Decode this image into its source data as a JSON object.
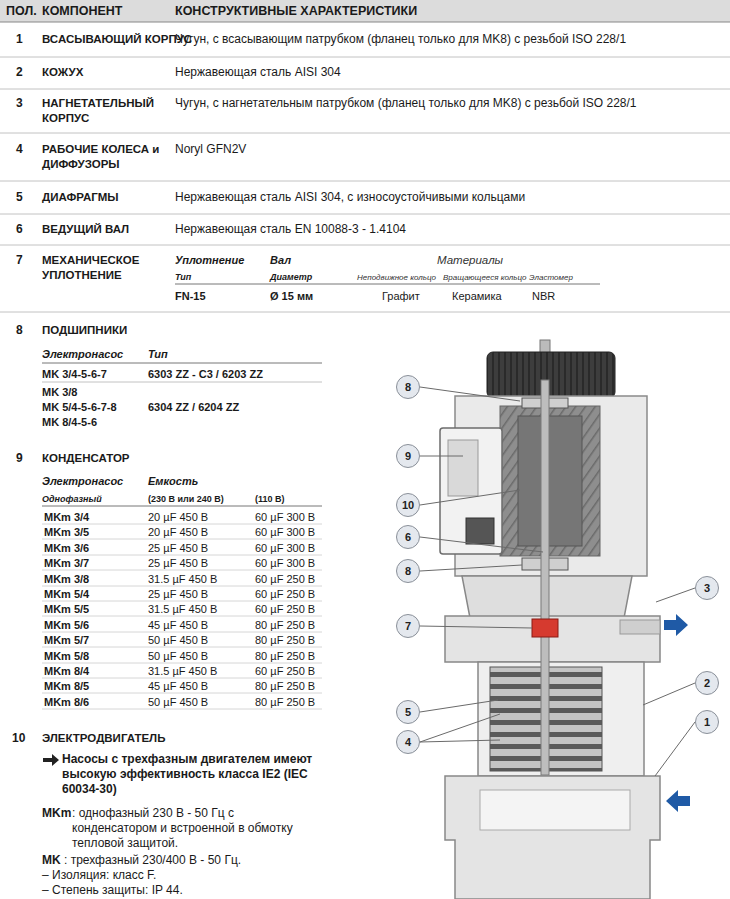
{
  "diagram": {
    "nodes": [
      {
        "text": [
          "8"
        ]
      },
      {
        "text": [
          "9"
        ]
      },
      {
        "text": [
          "10"
        ]
      },
      {
        "text": [
          "6"
        ]
      },
      {
        "text": [
          "8"
        ]
      },
      {
        "text": [
          "7"
        ]
      },
      {
        "text": [
          "3"
        ]
      },
      {
        "text": [
          "2"
        ]
      },
      {
        "text": [
          "5"
        ]
      },
      {
        "text": [
          "4"
        ]
      },
      {
        "text": [
          "1"
        ]
      }
    ],
    "labels": [
      "ПОЛ.",
      "КОМПОНЕНТ",
      "КОНСТРУКТИВНЫЕ ХАРАКТЕРИСТИКИ",
      "1",
      "ВСАСЫВАЮЩИЙ КОРПУС",
      "Чугун, с всасывающим патрубком (фланец только для MK8) с резьбой ISO 228/1",
      "2",
      "КОЖУХ",
      "Нержавеющая сталь AISI 304",
      "3",
      "НАГНЕТАТЕЛЬНЫЙ КОРПУС",
      "Чугун, с нагнетательным патрубком (фланец только для MK8) с резьбой ISO 228/1",
      "4",
      "РАБОЧИЕ КОЛЕСА и ДИФФУЗОРЫ",
      "Noryl GFN2V",
      "5",
      "ДИАФРАГМЫ",
      "Нержавеющая сталь AISI 304, с износоустойчивыми кольцами",
      "6",
      "ВЕДУЩИЙ ВАЛ",
      "Нержавеющая сталь EN 10088-3 - 1.4104",
      "7",
      "МЕХАНИЧЕСКОЕ УПЛОТНЕНИЕ",
      "Уплотнение",
      "Вал",
      "Материалы",
      "Тип",
      "Диаметр",
      "Неподвижное кольцо",
      "Вращающееся кольцо",
      "Эластомер",
      "FN-15",
      "Ø 15 мм",
      "Графит",
      "Керамика",
      "NBR",
      "8",
      "ПОДШИПНИКИ",
      "Электронасос",
      "Тип",
      "MK 3/4-5-6-7",
      "6303 ZZ - C3 / 6203 ZZ",
      "MK 3/8",
      "MK 5/4-5-6-7-8",
      "MK 8/4-5-6",
      "6304 ZZ / 6204 ZZ",
      "9",
      "КОНДЕНСАТОР",
      "Электронасос",
      "Емкость",
      "Однофазный",
      "(230 В или 240 В)",
      "(110 В)",
      "MKm 3/4",
      "20 µF 450 В",
      "60 µF 300 В",
      "MKm 3/5",
      "20 µF 450 В",
      "60 µF 300 В",
      "MKm 3/6",
      "25 µF 450 В",
      "60 µF 300 В",
      "MKm 3/7",
      "25 µF 450 В",
      "60 µF 300 В",
      "MKm 3/8",
      "31.5 µF 450 В",
      "60 µF 250 В",
      "MKm 5/4",
      "25 µF 450 В",
      "60 µF 250 В",
      "MKm 5/5",
      "31.5 µF 450 В",
      "60 µF 250 В",
      "MKm 5/6",
      "45 µF 450 В",
      "80 µF 250 В",
      "MKm 5/7",
      "50 µF 450 В",
      "80 µF 250 В",
      "MKm 5/8",
      "50 µF 450 В",
      "80 µF 250 В",
      "MKm 8/4",
      "31.5 µF 450 В",
      "60 µF 250 В",
      "MKm 8/5",
      "45 µF 450 В",
      "80 µF 250 В",
      "MKm 8/6",
      "50 µF 450 В",
      "80 µF 250 В",
      "10",
      "ЭЛЕКТРОДВИГАТЕЛЬ",
      "Насосы с трехфазным двигателем имеют высокую эффективность класса IE2 (IEC 60034-30)",
      "MKm",
      ": однофазный 230 В - 50 Гц с конденсатором и встроенной в обмотку тепловой защитой.",
      "MK",
      ": трехфазный 230/400 В - 50 Гц.",
      "– Изоляция: класс F.",
      "– Степень защиты: IP 44."
    ]
  }
}
